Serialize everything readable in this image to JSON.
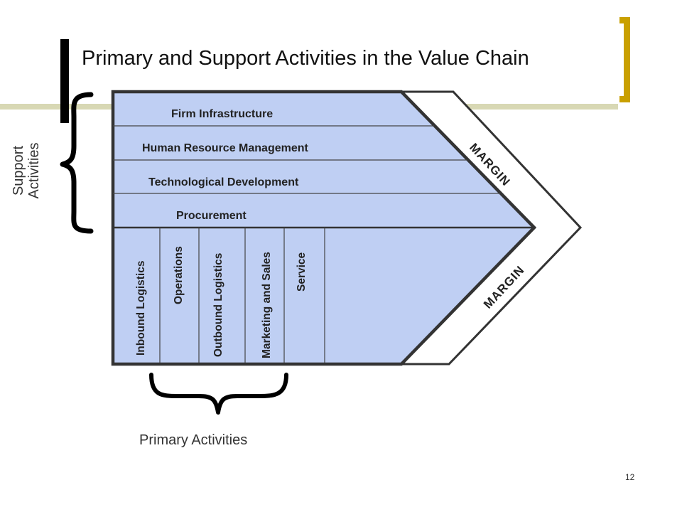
{
  "slide": {
    "title": "Primary and Support Activities in the Value Chain",
    "support_label_line1": "Support",
    "support_label_line2": "Activities",
    "primary_label": "Primary Activities",
    "slide_number": "12"
  },
  "support_activities": [
    "Firm Infrastructure",
    "Human Resource Management",
    "Technological Development",
    "Procurement"
  ],
  "primary_activities": [
    "Inbound Logistics",
    "Operations",
    "Outbound Logistics",
    "Marketing and Sales",
    "Service"
  ],
  "margin_upper": "MARGIN",
  "margin_lower": "MARGIN",
  "colors": {
    "fill": "#bfcff3",
    "stroke": "#333333",
    "accent_gold": "#c9a000",
    "accent_line": "#d8d8b4"
  }
}
